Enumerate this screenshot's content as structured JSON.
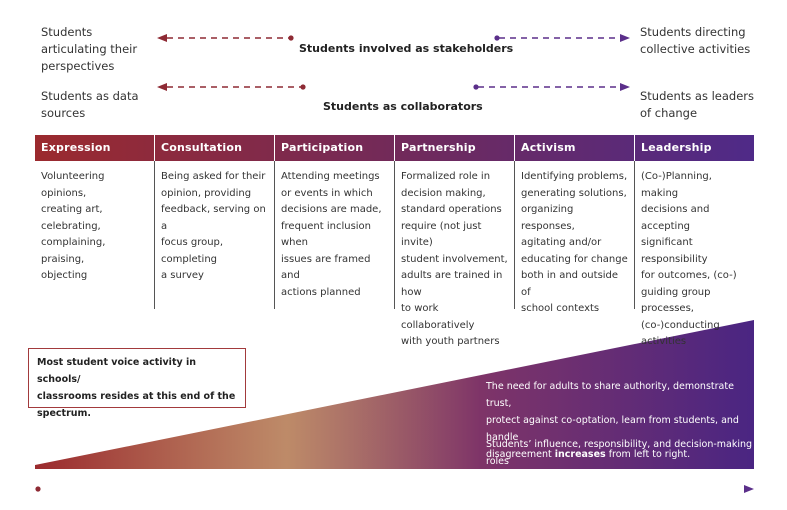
{
  "top_labels": {
    "left_1": [
      "Students",
      "articulating their",
      "perspectives"
    ],
    "right_1": [
      "Students directing",
      "collective activities"
    ],
    "left_2": [
      "Students as data",
      "sources"
    ],
    "right_2": [
      "Students as leaders",
      "of change"
    ]
  },
  "arrow_labels": {
    "stakeholders": "Students involved as stakeholders",
    "collaborators": "Students as collaborators"
  },
  "columns": [
    {
      "title": "Expression",
      "lines": [
        "Volunteering opinions,",
        "creating art, celebrating,",
        "complaining, praising,",
        "objecting"
      ]
    },
    {
      "title": "Consultation",
      "lines": [
        "Being asked for their",
        "opinion, providing",
        "feedback, serving on a",
        "focus group, completing",
        "a survey"
      ]
    },
    {
      "title": "Participation",
      "lines": [
        "Attending meetings",
        "or events in which",
        "decisions are made,",
        "frequent inclusion when",
        "issues are framed and",
        "actions planned"
      ]
    },
    {
      "title": "Partnership",
      "lines": [
        "Formalized role in",
        "decision making,",
        "standard operations",
        "require (not just invite)",
        "student involvement,",
        "adults are trained in how",
        "to work collaboratively",
        "with youth partners"
      ]
    },
    {
      "title": "Activism",
      "lines": [
        "Identifying problems,",
        "generating solutions,",
        "organizing responses,",
        "agitating and/or",
        "educating for change",
        "both in and outside of",
        "school contexts"
      ]
    },
    {
      "title": "Leadership",
      "lines": [
        "(Co-)Planning, making",
        "decisions and accepting",
        "significant responsibility",
        "for outcomes, (co-)",
        "guiding group processes,",
        "(co-)conducting",
        "activities"
      ]
    }
  ],
  "note": [
    "Most student voice activity in schools/",
    "classrooms resides at this end of the",
    "spectrum."
  ],
  "info_1": {
    "lines": [
      "The need for adults to share authority, demonstrate trust,",
      "protect against co-optation, learn from students, and handle"
    ],
    "last_pre": "disagreement ",
    "last_bold": "increases",
    "last_post": " from left to right."
  },
  "info_2": {
    "line1": "Students’ influence, responsibility, and decision-making roles",
    "bold": "increase",
    "post": " from left to right."
  },
  "colors": {
    "start": "#9b2a2e",
    "end": "#5a2a8c",
    "arrow_left": "#8e2a34",
    "arrow_right": "#5b2f8a"
  }
}
